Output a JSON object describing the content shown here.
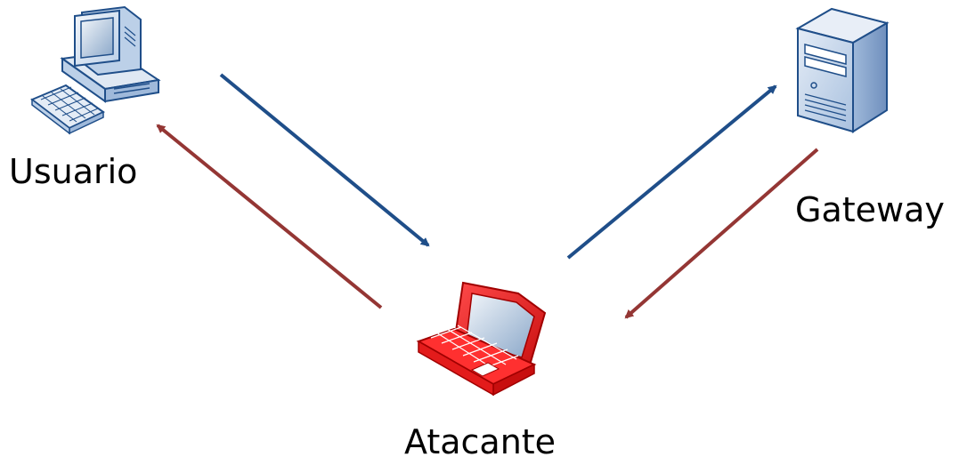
{
  "nodes": {
    "user": {
      "label": "Usuario",
      "icon": "desktop-computer-icon"
    },
    "gateway": {
      "label": "Gateway",
      "icon": "server-tower-icon"
    },
    "attacker": {
      "label": "Atacante",
      "icon": "laptop-icon"
    }
  },
  "edges": [
    {
      "from": "user",
      "to": "attacker",
      "color": "#1f4e89"
    },
    {
      "from": "attacker",
      "to": "gateway",
      "color": "#1f4e89"
    },
    {
      "from": "gateway",
      "to": "attacker",
      "color": "#943634"
    },
    {
      "from": "attacker",
      "to": "user",
      "color": "#943634"
    }
  ],
  "colors": {
    "request_arrow": "#1f4e89",
    "response_arrow": "#943634",
    "attacker_device": "#e31b1b",
    "user_device": "#b8cde6",
    "gateway_device": "#b8cde6"
  }
}
